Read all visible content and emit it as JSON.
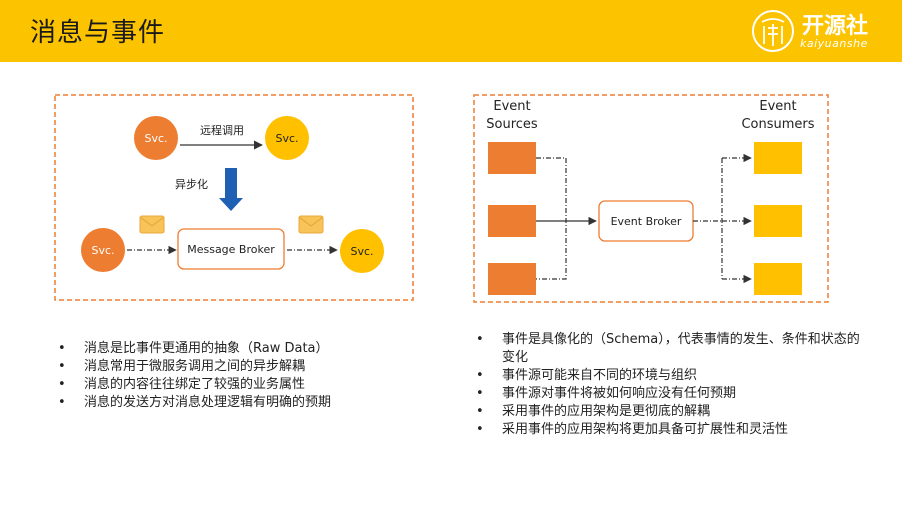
{
  "title": "消息与事件",
  "logo": {
    "name": "开源社",
    "sub": "kaiyuanshe"
  },
  "left_diagram": {
    "svc_label": "Svc.",
    "rpc_label": "远程调用",
    "async_label": "异步化",
    "broker_label": "Message Broker"
  },
  "right_diagram": {
    "sources_label_1": "Event",
    "sources_label_2": "Sources",
    "consumers_label_1": "Event",
    "consumers_label_2": "Consumers",
    "broker_label": "Event Broker"
  },
  "left_bullets": [
    "消息是比事件更通用的抽象（Raw Data）",
    "消息常用于微服务调用之间的异步解耦",
    "消息的内容往往绑定了较强的业务属性",
    "消息的发送方对消息处理逻辑有明确的预期"
  ],
  "right_bullets": [
    "事件是具像化的（Schema），代表事情的发生、条件和状态的变化",
    "事件源可能来自不同的环境与组织",
    "事件源对事件将被如何响应没有任何预期",
    "采用事件的应用架构是更彻底的解耦",
    "采用事件的应用架构将更加具备可扩展性和灵活性"
  ],
  "colors": {
    "header": "#fcc300",
    "orange": "#ed7d31",
    "yellow": "#ffc000",
    "arrow_blue": "#1f5fb4",
    "dash_border": "#ed7d31"
  }
}
